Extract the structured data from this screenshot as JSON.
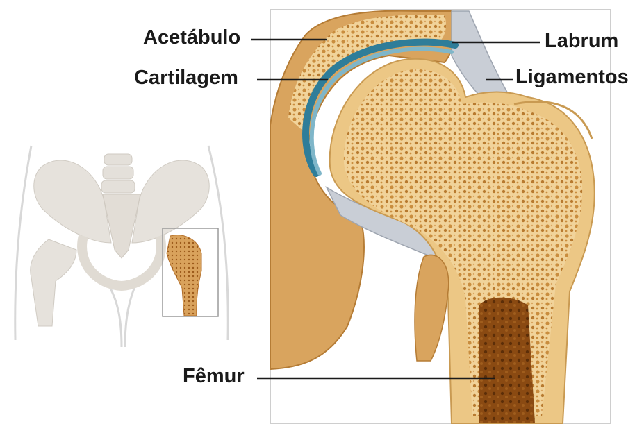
{
  "labels": {
    "acetabulo": "Acetábulo",
    "cartilagem": "Cartilagem",
    "labrum": "Labrum",
    "ligamentos": "Ligamentos",
    "femur": "Fêmur"
  },
  "colors": {
    "bone": "#ecc785",
    "bone_outer": "#d9a45e",
    "marrow": "#8a4a12",
    "cartilage": "#7fb6c9",
    "cartilage_dark": "#2f7d99",
    "ligament": "#c9ced6",
    "frame": "#bdbdbd",
    "pelvis": "#e6e2dc"
  },
  "icons": [
    "pelvis-overview-icon",
    "hip-joint-crosssection-icon"
  ]
}
